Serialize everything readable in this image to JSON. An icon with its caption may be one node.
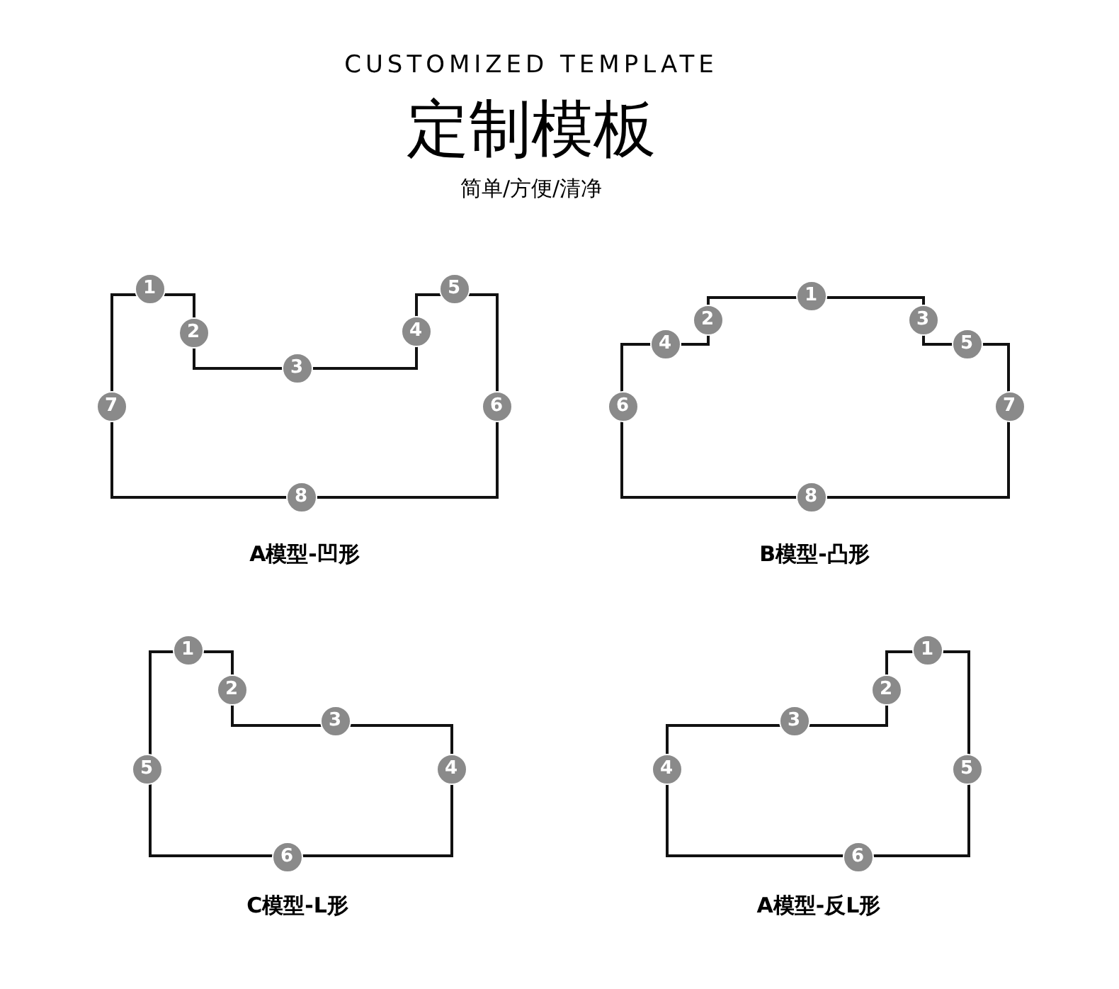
{
  "diagram": {
    "title": "定制模板",
    "nodes": [
      {
        "text": [],
        "shape": "polygon",
        "beside": [
          "A模型-凹形"
        ]
      },
      {
        "text": [],
        "shape": "polygon",
        "beside": [
          "B模型-凸形"
        ]
      },
      {
        "text": [],
        "shape": "polygon",
        "beside": [
          "C模型-L形"
        ]
      },
      {
        "text": [],
        "shape": "polygon",
        "beside": [
          "A模型-反L形"
        ]
      }
    ],
    "labels": [
      "CUSTOMIZED TEMPLATE",
      "简单/方便/清净",
      "1",
      "2",
      "3",
      "4",
      "5",
      "6",
      "7",
      "8",
      "1",
      "2",
      "3",
      "4",
      "5",
      "6",
      "7",
      "8",
      "1",
      "2",
      "3",
      "4",
      "5",
      "6",
      "1",
      "2",
      "3",
      "4",
      "5",
      "6"
    ]
  }
}
